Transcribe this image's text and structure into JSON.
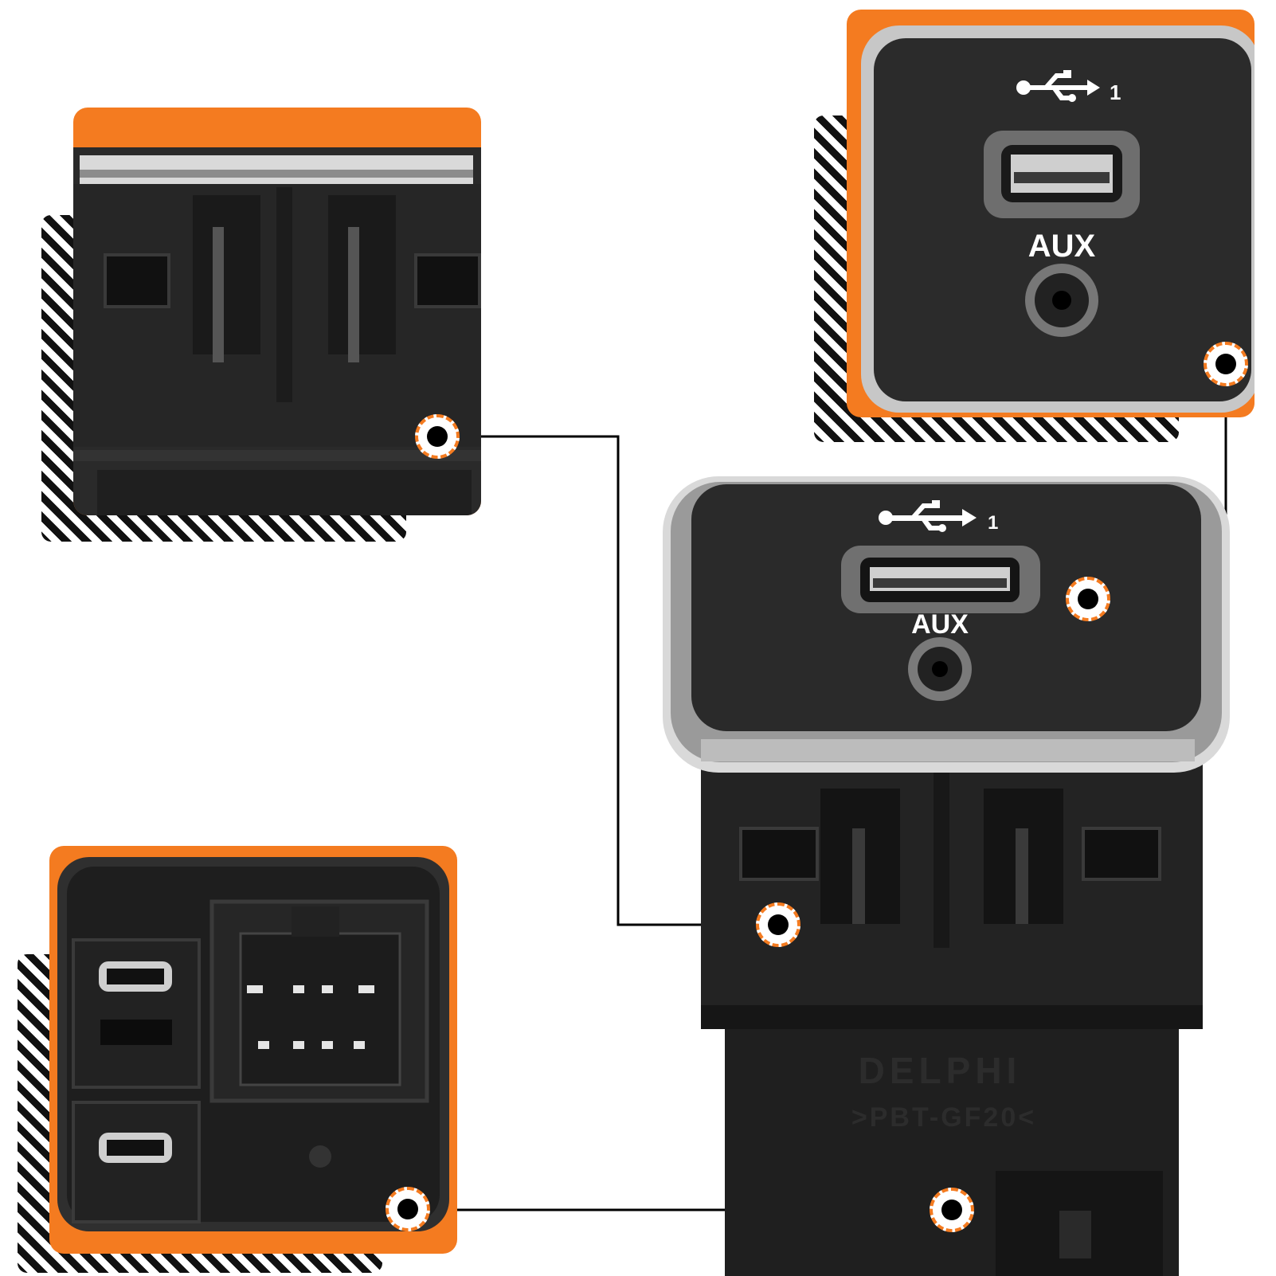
{
  "product": {
    "usb_port_number": "1",
    "aux_label": "AUX",
    "brand_mark": "DELPHI",
    "part_code": ">PBT-GF20<"
  },
  "accent_color": "#f47b20",
  "callouts": [
    {
      "name": "back-clip-detail"
    },
    {
      "name": "front-panel-detail"
    },
    {
      "name": "rear-connector-detail"
    }
  ]
}
